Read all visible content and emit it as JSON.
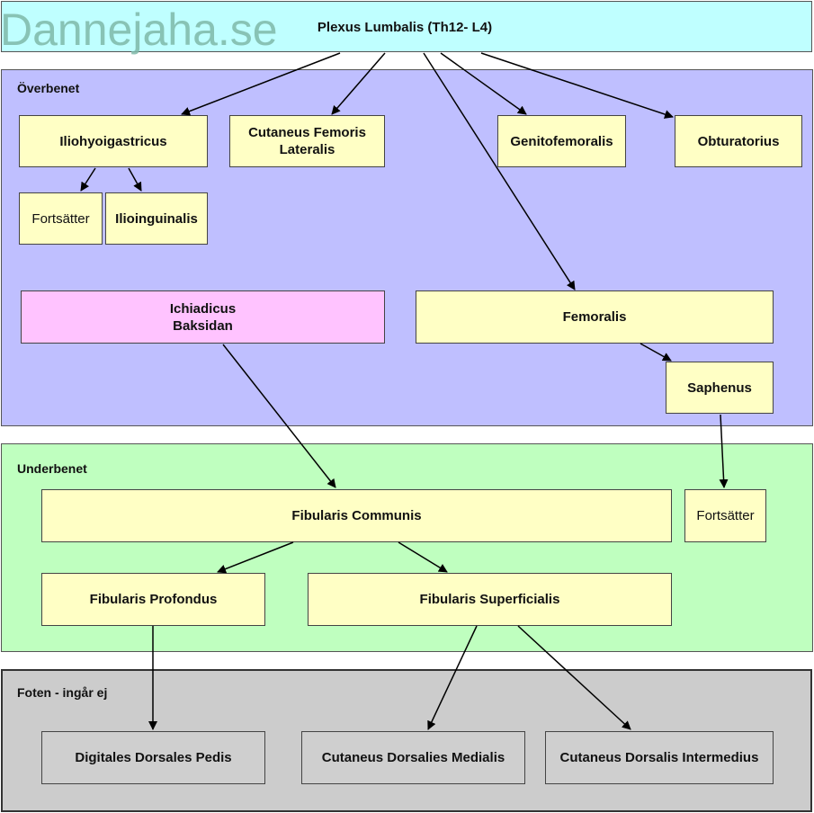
{
  "watermark": "Dannejaha.se",
  "root": {
    "label": "Plexus Lumbalis (Th12- L4)"
  },
  "regions": {
    "overbenet": "Överbenet",
    "underbenet": "Underbenet",
    "foten": "Foten - ingår ej"
  },
  "nodes": {
    "iliohyoigastricus": "Iliohyoigastricus",
    "cutaneus_femoris_lateralis": "Cutaneus Femoris\nLateralis",
    "genitofemoralis": "Genitofemoralis",
    "obturatorius": "Obturatorius",
    "fortsatter_1": "Fortsätter",
    "ilioinguinalis": "Ilioinguinalis",
    "ichiadicus_baksidan": "Ichiadicus\nBaksidan",
    "femoralis": "Femoralis",
    "saphenus": "Saphenus",
    "fibularis_communis": "Fibularis Communis",
    "fortsatter_2": "Fortsätter",
    "fibularis_profondus": "Fibularis Profondus",
    "fibularis_superficialis": "Fibularis Superficialis",
    "digitales_dorsales_pedis": "Digitales Dorsales Pedis",
    "cutaneus_dorsalies_medialis": "Cutaneus Dorsalies Medialis",
    "cutaneus_dorsalis_intermedius": "Cutaneus Dorsalis Intermedius"
  },
  "colors": {
    "root": "#bfffff",
    "overbenet": "#bfbfff",
    "underbenet": "#bfffbf",
    "foten": "#cccccc",
    "node_yellow": "#ffffc5",
    "node_pink": "#ffc3ff",
    "node_gray": "#cfcfcf"
  }
}
